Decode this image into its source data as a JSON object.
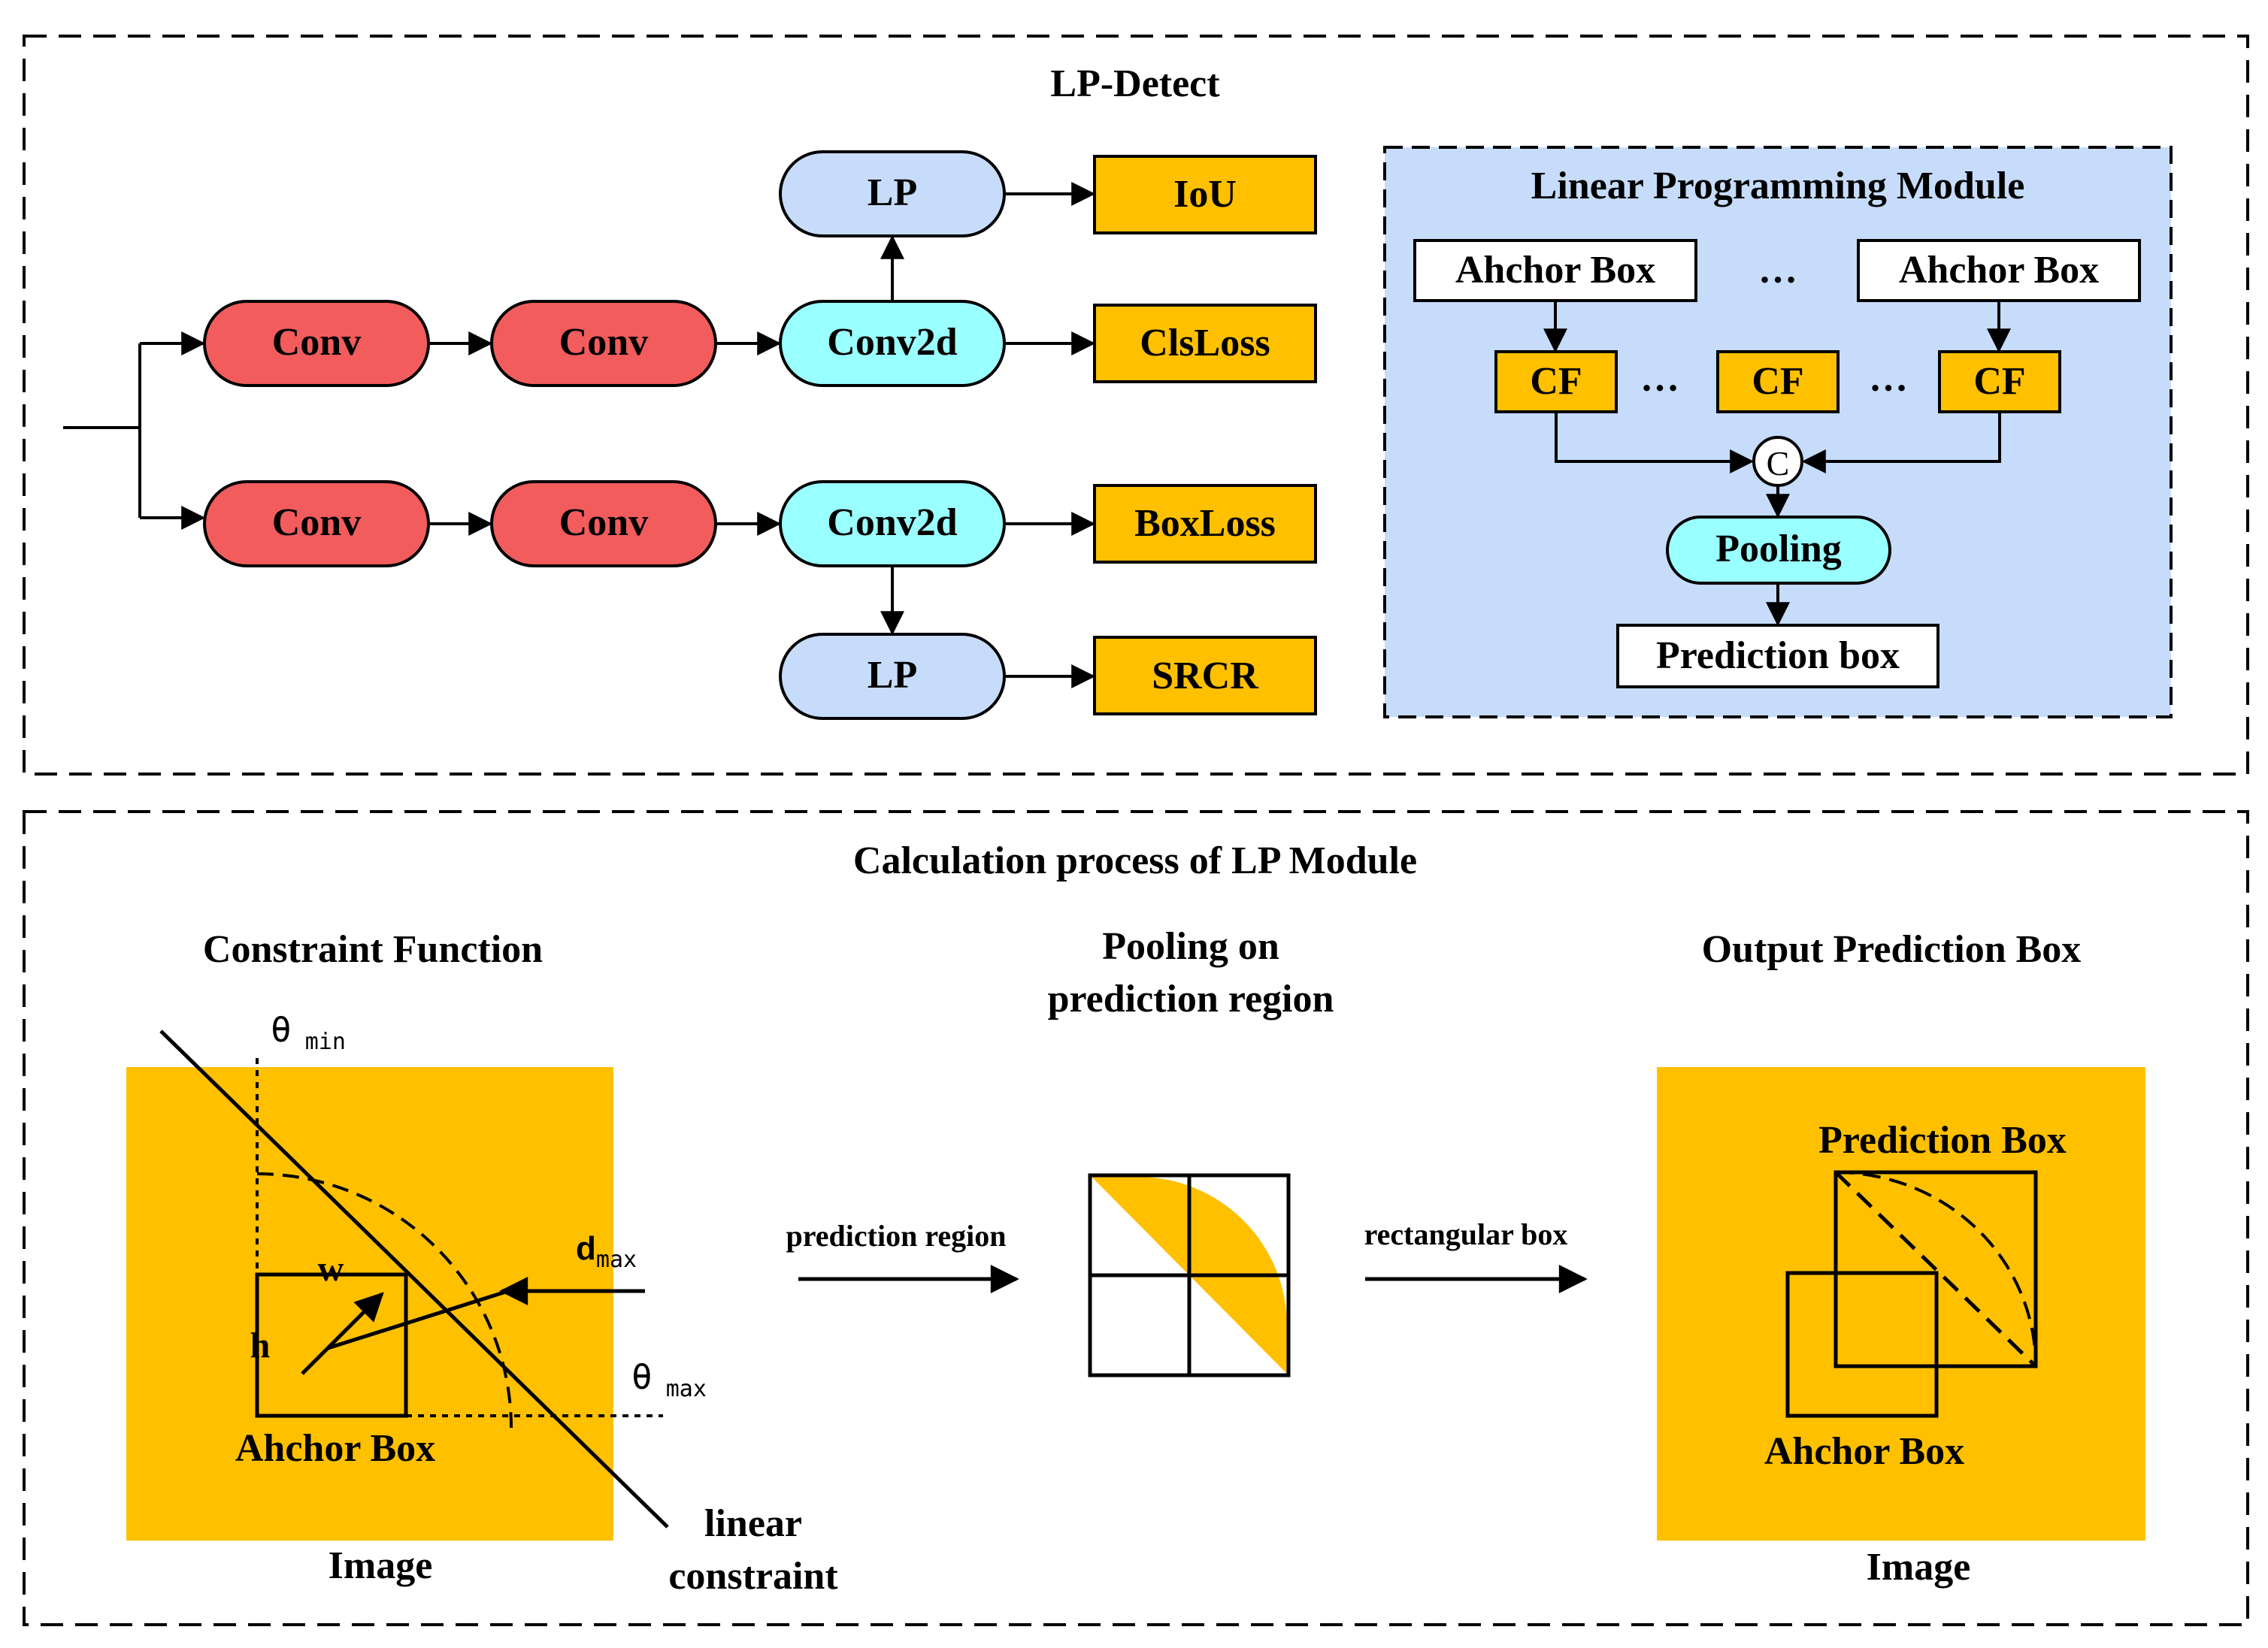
{
  "top_panel": {
    "title": "LP-Detect",
    "branch1": {
      "conv_a": "Conv",
      "conv_b": "Conv",
      "conv2d": "Conv2d",
      "lp": "LP",
      "iou": "IoU",
      "clsloss": "ClsLoss"
    },
    "branch2": {
      "conv_a": "Conv",
      "conv_b": "Conv",
      "conv2d": "Conv2d",
      "lp": "LP",
      "boxloss": "BoxLoss",
      "srcr": "SRCR"
    }
  },
  "lp_module": {
    "title": "Linear Programming Module",
    "anchor_left": "Ahchor Box",
    "anchor_right": "Ahchor Box",
    "ellipsis": "…",
    "cf_1": "CF",
    "cf_2": "CF",
    "cf_3": "CF",
    "concat": "C",
    "pooling": "Pooling",
    "prediction": "Prediction box"
  },
  "bottom_panel": {
    "title": "Calculation process of LP Module",
    "constraint": {
      "title": "Constraint Function",
      "theta_min": "θ",
      "theta_min_sub": "min",
      "theta_max": "θ",
      "theta_max_sub": "max",
      "d_max": "d",
      "d_max_sub": "max",
      "w": "w",
      "h": "h",
      "anchor": "Ahchor Box",
      "image": "Image",
      "linear_1": "linear",
      "linear_2": "constraint"
    },
    "pooling": {
      "title_1": "Pooling on",
      "title_2": "prediction region",
      "arrow_in": "prediction region",
      "arrow_out": "rectangular box"
    },
    "output": {
      "title": "Output Prediction Box",
      "prediction": "Prediction Box",
      "anchor": "Ahchor Box",
      "image": "Image"
    }
  },
  "colors": {
    "conv_red": "#f25c5c",
    "conv2d_cyan": "#99ffff",
    "lp_blue": "#c6dcfa",
    "loss_orange": "#ffc000",
    "module_bg": "#c6dcfa",
    "image_orange": "#ffc000"
  }
}
